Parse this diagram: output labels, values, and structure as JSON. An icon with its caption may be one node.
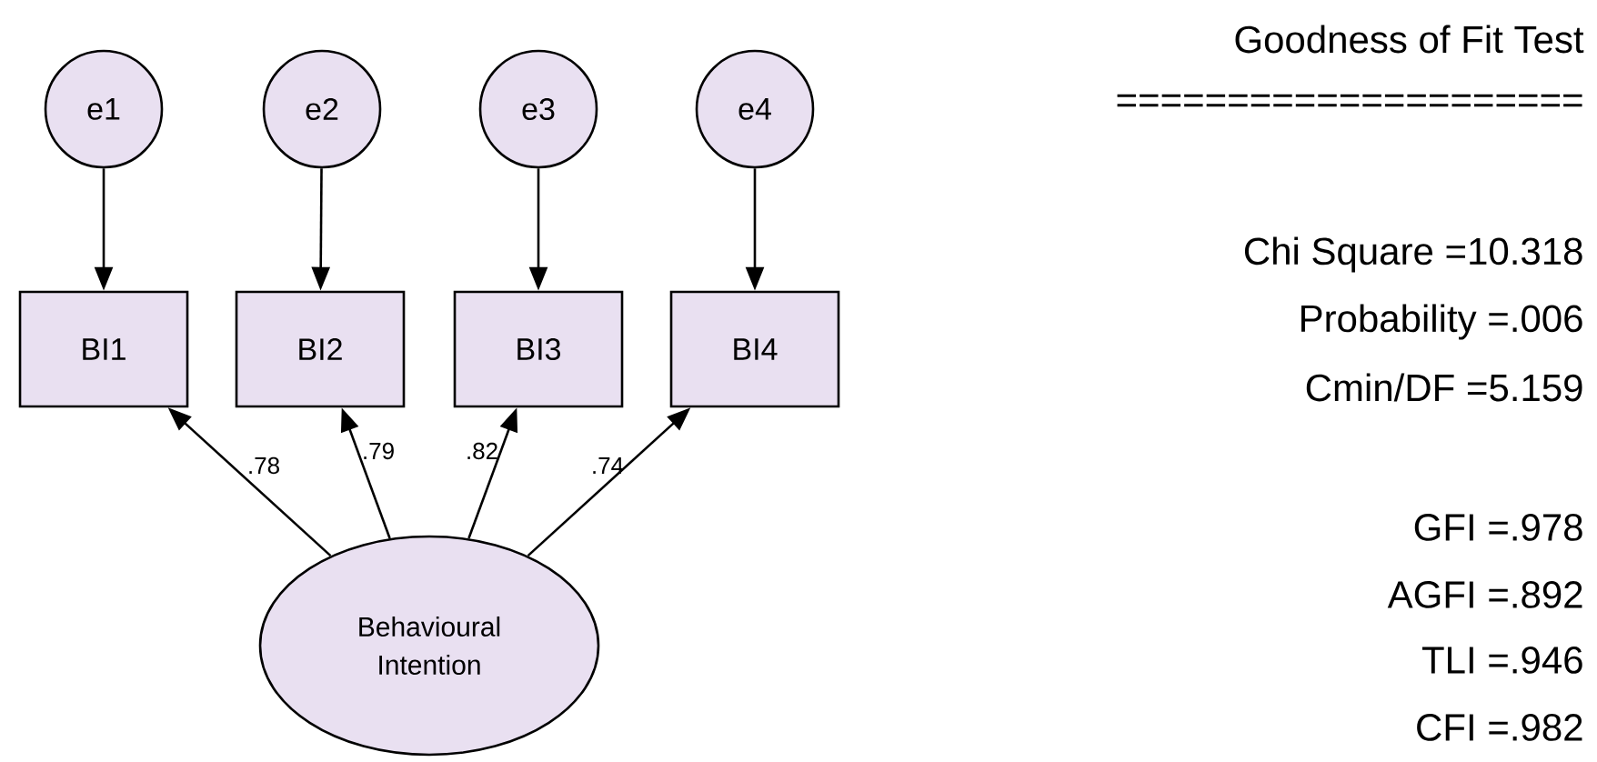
{
  "diagram": {
    "title": "Goodness of Fit Test",
    "nodes": [
      {
        "text": [
          "e1"
        ]
      },
      {
        "text": [
          "e2"
        ]
      },
      {
        "text": [
          "e3"
        ]
      },
      {
        "text": [
          "e4"
        ]
      },
      {
        "text": [
          "BI1"
        ]
      },
      {
        "text": [
          "BI2"
        ]
      },
      {
        "text": [
          "BI3"
        ]
      },
      {
        "text": [
          "BI4"
        ]
      },
      {
        "text": [
          "Behavioural Intention"
        ]
      }
    ],
    "edges": [
      {
        "from": 0,
        "to": 4,
        "arrow": "to"
      },
      {
        "from": 1,
        "to": 5,
        "arrow": "to"
      },
      {
        "from": 2,
        "to": 6,
        "arrow": "to"
      },
      {
        "from": 3,
        "to": 7,
        "arrow": "to"
      },
      {
        "from": 8,
        "to": 4,
        "arrow": "to",
        "label": ".78"
      },
      {
        "from": 8,
        "to": 5,
        "arrow": "to",
        "label": ".79"
      },
      {
        "from": 8,
        "to": 6,
        "arrow": "to",
        "label": ".82"
      },
      {
        "from": 8,
        "to": 7,
        "arrow": "to",
        "label": ".74"
      }
    ],
    "labels": [
      "=====================",
      "Chi Square =10.318",
      "Probability =.006",
      "Cmin/DF =5.159",
      "GFI =.978",
      "AGFI =.892",
      "TLI =.946",
      "CFI =.982"
    ]
  }
}
